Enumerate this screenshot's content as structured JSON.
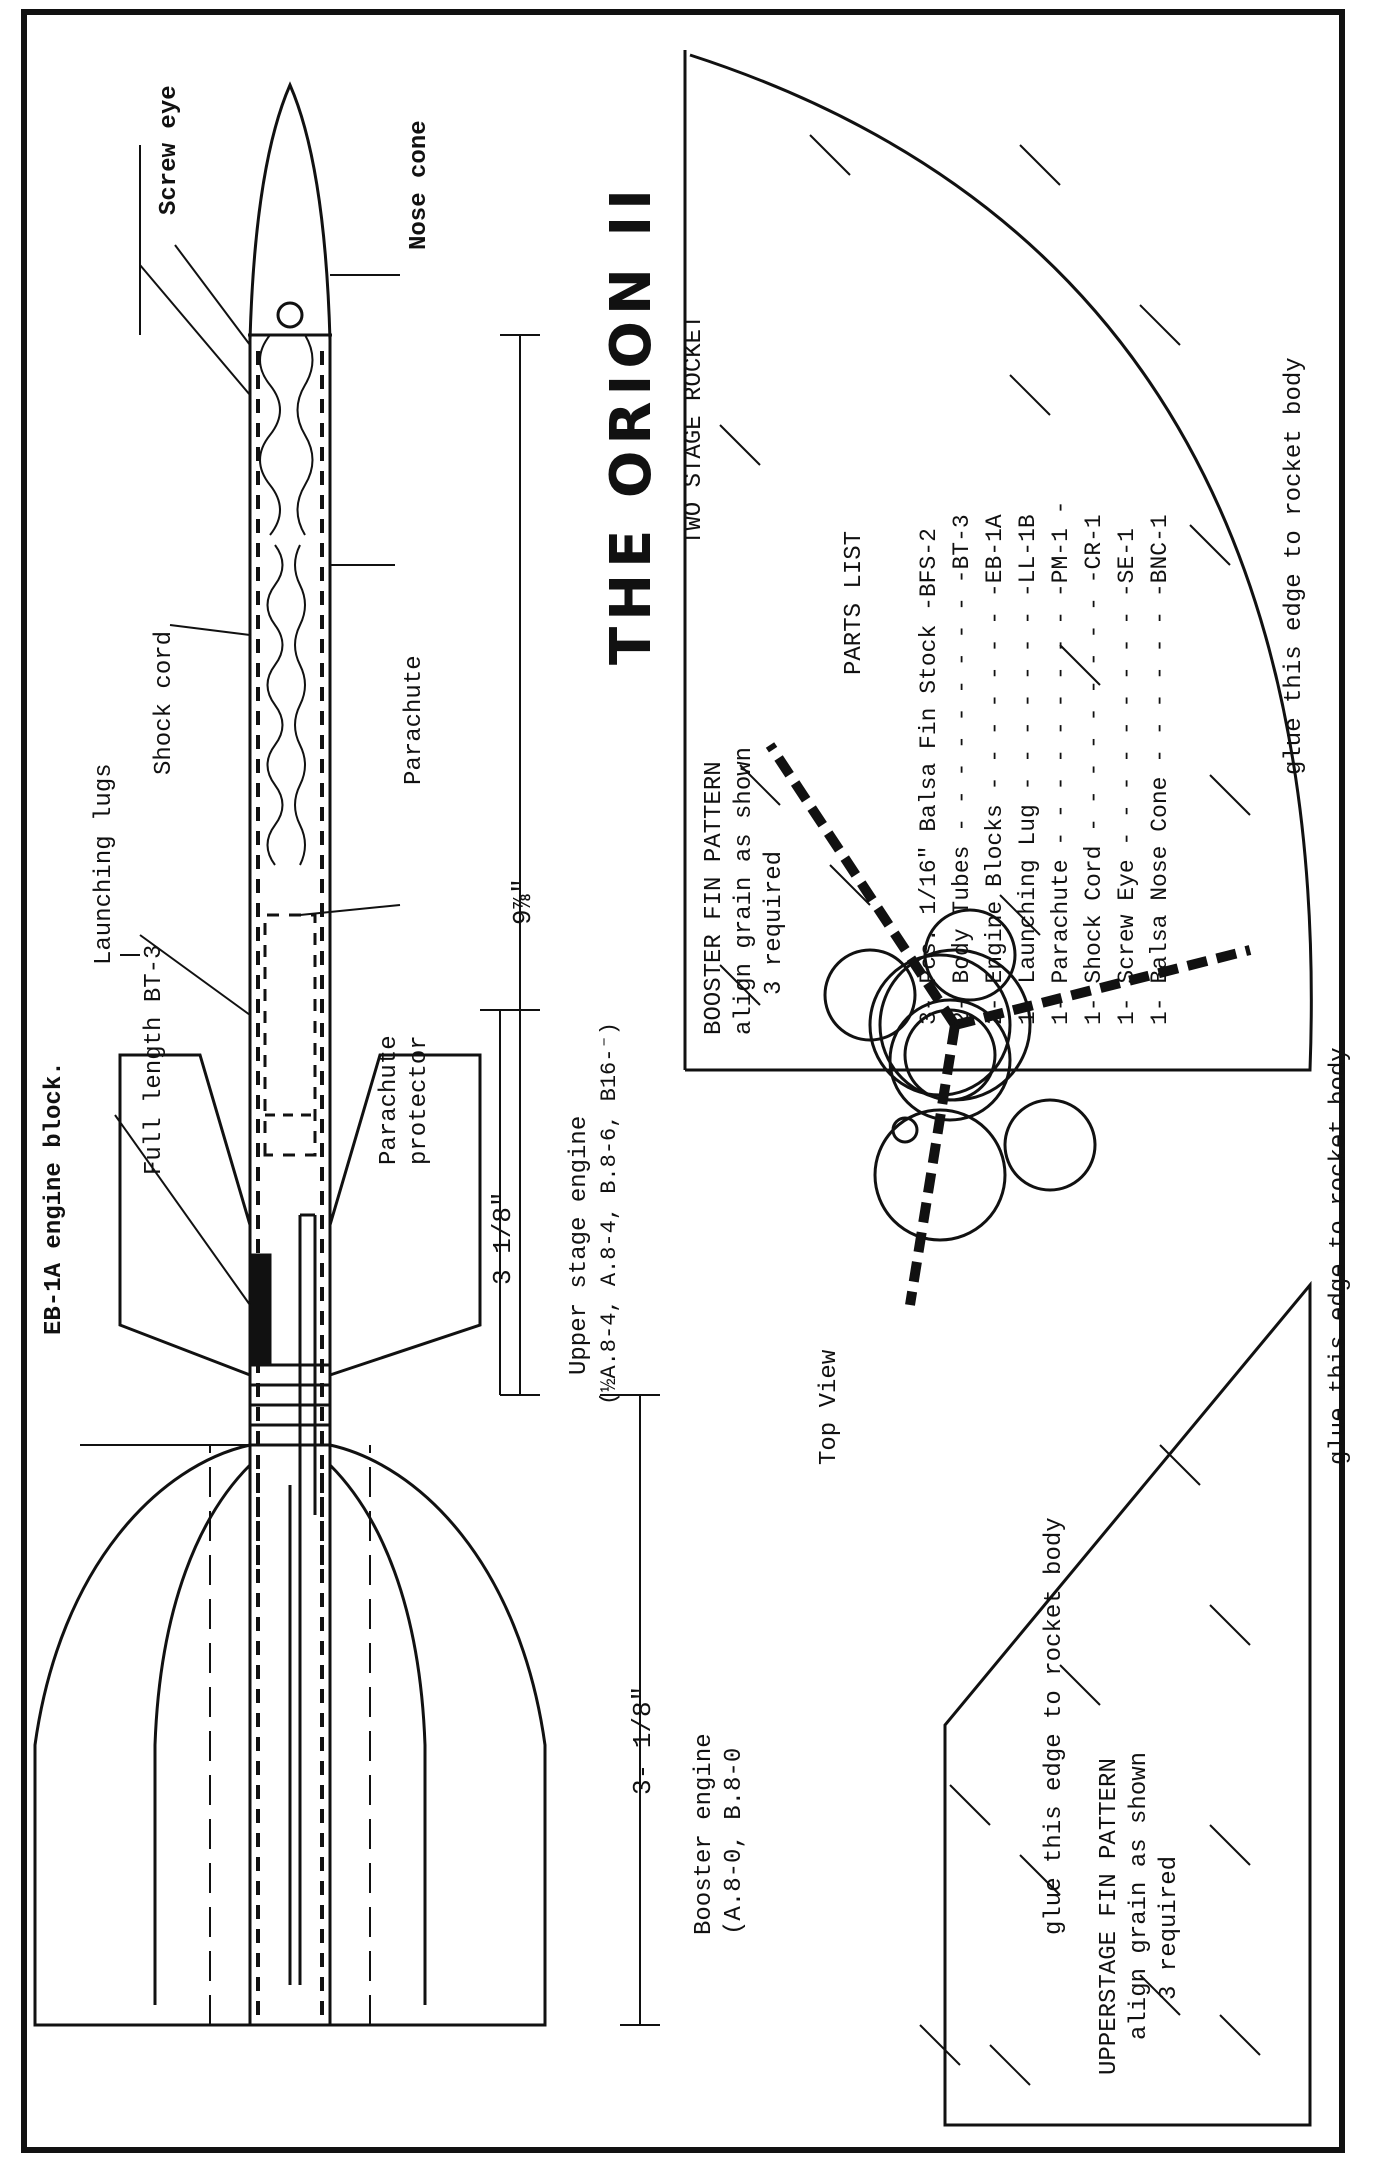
{
  "title": {
    "main": "THE ORION II",
    "subtitle": "TWO STAGE ROCKET"
  },
  "callouts": {
    "nose_cone": "Nose cone",
    "screw_eye": "Screw eye",
    "shock_cord": "Shock cord",
    "parachute": "Parachute",
    "launching_lugs": "Launching lugs",
    "full_length": "Full length BT-3",
    "parachute_protector_1": "Parachute",
    "parachute_protector_2": "protector",
    "engine_block": "EB-1A engine block.",
    "upper_engine_1": "Upper stage engine",
    "upper_engine_2": "(½A.8-4, A.8-4, B.8-6, B16-⁻)",
    "booster_engine_1": "Booster engine",
    "booster_engine_2": "(A.8-0, B.8-0"
  },
  "dimensions": {
    "overall": "9⅞\"",
    "upper": "3 1/8\"",
    "booster": "3- 1/8\""
  },
  "parts_list": {
    "heading": "PARTS LIST",
    "items": [
      "3- Pcs. 1/16\" Balsa Fin Stock -BFS-2",
      "2- Body Tubes - - - - - - - - - -BT-3",
      "2- Engine Blocks - - - - - - - -EB-1A",
      "1- Launching Lug - - - - - - - -LL-1B",
      "1- Parachute - - - - - - - - - -PM-1 -",
      "1- Shock Cord - - - - - - - - - -CR-1",
      "1- Screw Eye - - - - - - - - - -SE-1",
      "1- Balsa Nose Cone - - - - - - -BNC-1"
    ]
  },
  "booster_fin": {
    "label_1": "BOOSTER FIN PATTERN",
    "label_2": "align grain as shown",
    "label_3": "3 required",
    "glue_note": "glue this edge to rocket body"
  },
  "upper_fin": {
    "label_1": "UPPERSTAGE FIN PATTERN",
    "label_2": "align grain as shown",
    "label_3": "3 required",
    "glue_note": "glue this edge to rocket body"
  },
  "top_view": "Top View"
}
